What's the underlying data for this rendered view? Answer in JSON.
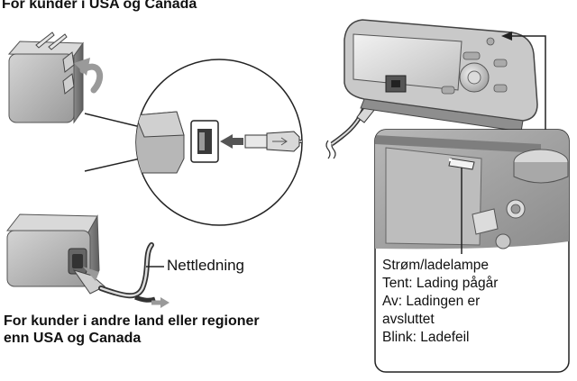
{
  "headings": {
    "usa_canada": "For kunder i USA og Canada",
    "other_line1": "For kunder i andre land eller regioner",
    "other_line2": "enn USA og Canada"
  },
  "callouts": {
    "power_cord": "Nettledning"
  },
  "lamp_legend": [
    "Strøm/ladelampe",
    "Tent: Lading pågår",
    "Av: Ladingen er",
    "avsluttet",
    "Blink: Ladefeil"
  ]
}
